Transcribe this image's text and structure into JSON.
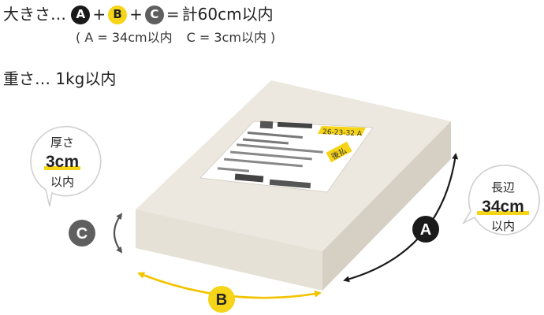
{
  "size_line": {
    "label": "大きさ…",
    "a": "A",
    "plus1": "+",
    "b": "B",
    "plus2": "+",
    "c": "C",
    "equals": "=",
    "total": "計60cm以内"
  },
  "size_note": {
    "open": "(",
    "a_note": "A = 34cm以内",
    "c_note": "C = 3cm以内",
    "close": ")"
  },
  "weight_line": "重さ… 1kg以内",
  "thickness_callout": {
    "title": "厚さ",
    "value": "3cm",
    "suffix": "以内"
  },
  "length_callout": {
    "title": "長辺",
    "value": "34cm",
    "suffix": "以内"
  },
  "markers": {
    "a": "A",
    "b": "B",
    "c": "C"
  },
  "label_slip": {
    "code": "26-23-32 A",
    "stamp": "後払"
  },
  "colors": {
    "marker_a": "#1a1a1a",
    "marker_b": "#f6d417",
    "marker_c": "#5f5f5f",
    "highlight": "#f6d417",
    "box_top": "#ece8df",
    "box_front": "#e6e1d6",
    "box_side": "#d6d0c4"
  }
}
